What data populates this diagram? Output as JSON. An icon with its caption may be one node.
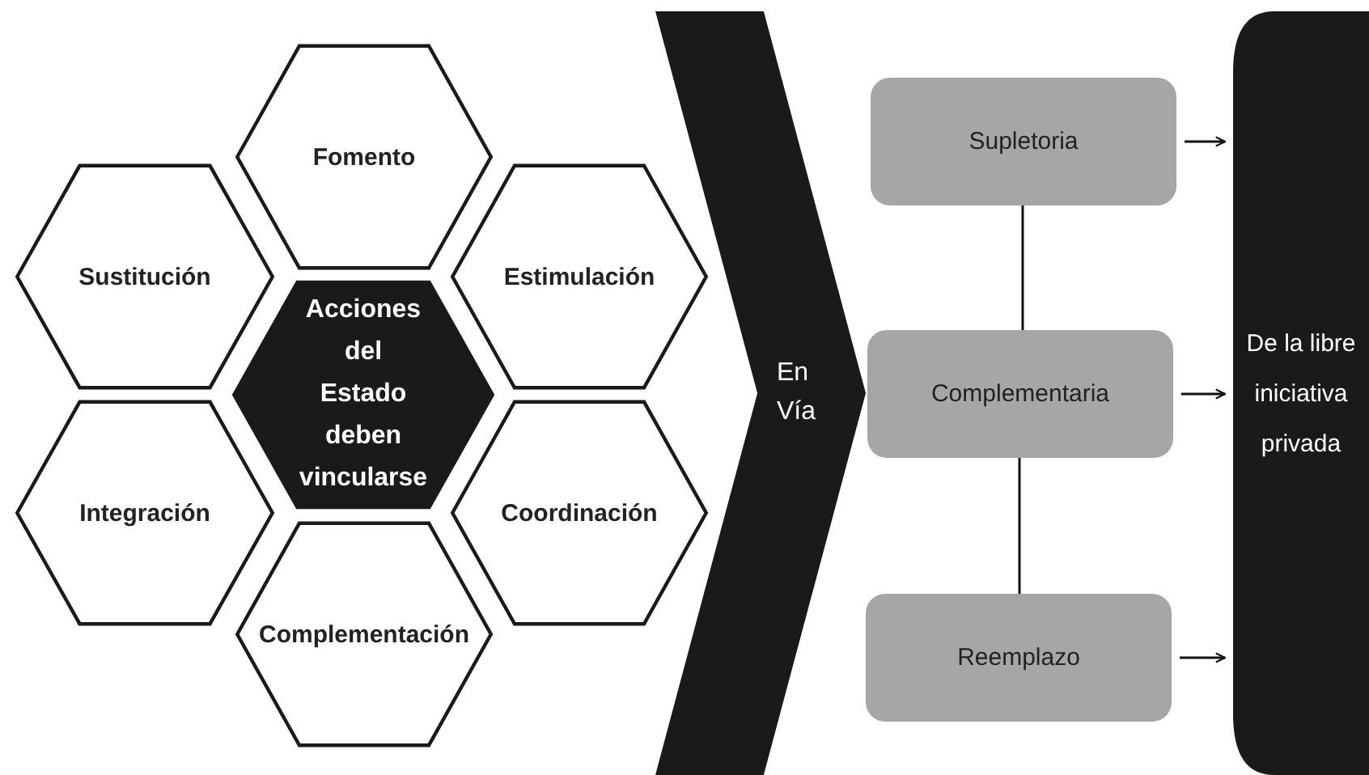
{
  "diagram": {
    "nodes": [
      {
        "text": [
          "Fomento"
        ]
      },
      {
        "text": [
          "Sustitución"
        ]
      },
      {
        "text": [
          "Estimulación"
        ]
      },
      {
        "text": [
          "Acciones del Estado deben vincularse"
        ]
      },
      {
        "text": [
          "Integración"
        ]
      },
      {
        "text": [
          "Coordinación"
        ]
      },
      {
        "text": [
          "Complementación"
        ]
      },
      {
        "text": [
          "En Vía"
        ]
      },
      {
        "text": [
          "Supletoria"
        ]
      },
      {
        "text": [
          "Complementaria"
        ]
      },
      {
        "text": [
          "Reemplazo"
        ]
      },
      {
        "text": [
          "De la libre iniciativa privada"
        ]
      }
    ],
    "edges": [
      {
        "from": 8,
        "to": 9,
        "arrow": "none"
      },
      {
        "from": 9,
        "to": 10,
        "arrow": "none"
      },
      {
        "from": 8,
        "to": 11,
        "arrow": "to"
      },
      {
        "from": 9,
        "to": 11,
        "arrow": "to"
      },
      {
        "from": 10,
        "to": 11,
        "arrow": "to"
      }
    ]
  }
}
